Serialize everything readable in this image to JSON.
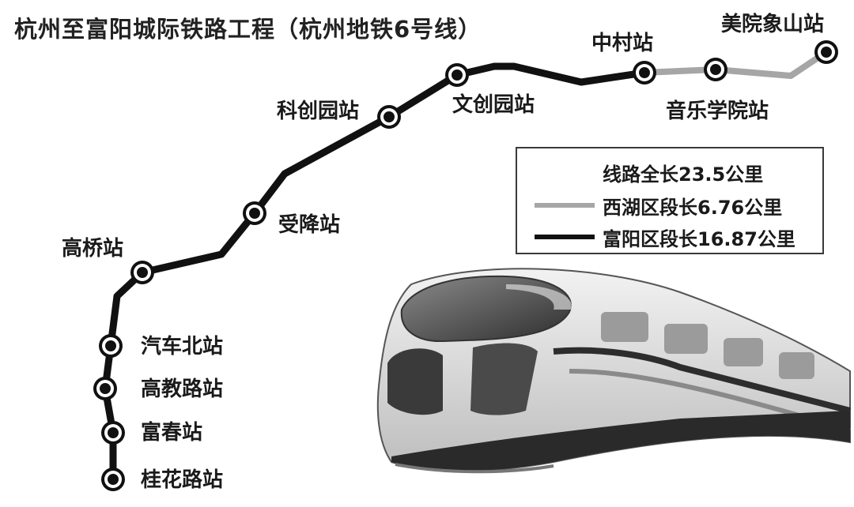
{
  "title": "杭州至富阳城际铁路工程（杭州地铁6号线）",
  "colors": {
    "fuyang_line": "#111111",
    "xihu_line": "#a6a6a6",
    "station_fill": "#ffffff",
    "station_ring": "#111111"
  },
  "stations": [
    {
      "id": "guihualu",
      "name": "桂花路站"
    },
    {
      "id": "fuchun",
      "name": "富春站"
    },
    {
      "id": "gaojiaolu",
      "name": "高教路站"
    },
    {
      "id": "qichebei",
      "name": "汽车北站"
    },
    {
      "id": "gaoqiao",
      "name": "高桥站"
    },
    {
      "id": "shoujiang",
      "name": "受降站"
    },
    {
      "id": "kechuangyuan",
      "name": "科创园站"
    },
    {
      "id": "wenchuangyuan",
      "name": "文创园站"
    },
    {
      "id": "zhongcun",
      "name": "中村站"
    },
    {
      "id": "yinyuexueyuan",
      "name": "音乐学院站"
    },
    {
      "id": "meiyuanxiangshan",
      "name": "美院象山站"
    }
  ],
  "legend": {
    "total": "线路全长23.5公里",
    "xihu": "西湖区段长6.76公里",
    "fuyang": "富阳区段长16.87公里"
  },
  "illustration": {
    "icon": "high-speed-train-icon"
  }
}
